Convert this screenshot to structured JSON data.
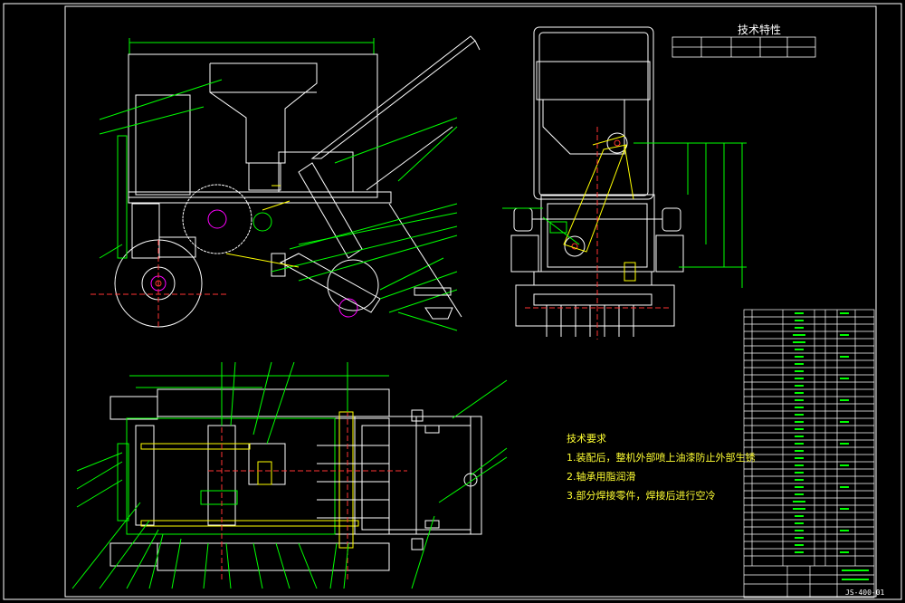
{
  "drawing": {
    "tech_spec_title": "技术特性",
    "requirements": {
      "title": "技术要求",
      "items": [
        "1.装配后，整机外部喷上油漆防止外部生锈",
        "2.轴承用脂润滑",
        "3.部分焊接零件，焊接后进行空冷"
      ]
    },
    "drawing_code": "JS-400-01"
  }
}
